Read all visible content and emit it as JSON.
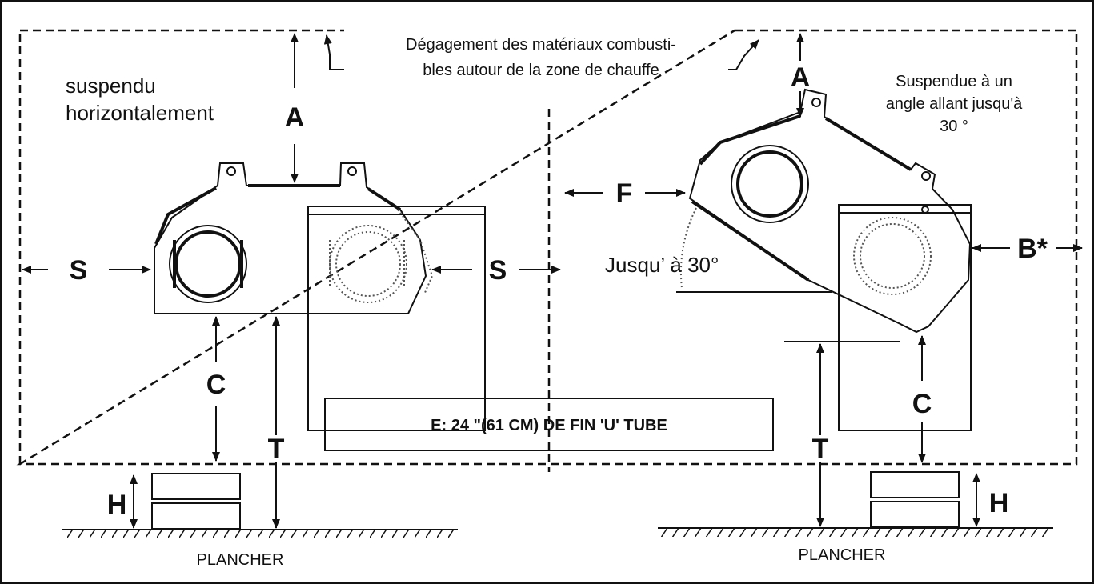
{
  "note_clearance": [
    "Dégagement des matériaux combusti-",
    "bles autour de la zone de chauffe"
  ],
  "left": {
    "title": [
      "suspendu",
      "horizontalement"
    ],
    "label_A": "A",
    "label_S": "S",
    "label_C": "C",
    "label_T": "T",
    "label_H": "H",
    "floor": "PLANCHER"
  },
  "right": {
    "title": [
      "Suspendue à un",
      "angle allant jusqu'à",
      "30 °"
    ],
    "label_A": "A",
    "label_F": "F",
    "label_B": "B*",
    "label_C": "C",
    "label_T": "T",
    "label_H": "H",
    "angle": "Jusqu’ à 30°",
    "floor": "PLANCHER"
  },
  "box_E": "E: 24 \"(61 CM) DE FIN 'U' TUBE",
  "colors": {
    "ink": "#111111",
    "background": "#ffffff"
  }
}
